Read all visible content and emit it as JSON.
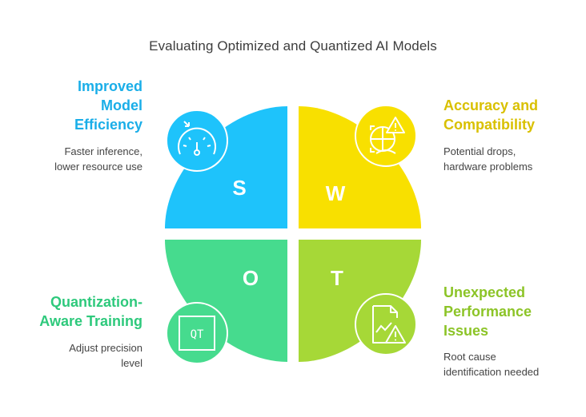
{
  "title": "Evaluating Optimized and Quantized AI Models",
  "colors": {
    "s": "#1ec3fb",
    "w": "#f8e000",
    "o": "#46db8e",
    "t": "#a6d837",
    "s_text": "#1aaee8",
    "w_text": "#d9c000",
    "o_text": "#2ec97c",
    "t_text": "#8cc427"
  },
  "quadrants": {
    "s": {
      "letter": "S",
      "heading": "Improved\nModel\nEfficiency",
      "description": "Faster inference,\nlower resource use",
      "icon": "speedometer-icon"
    },
    "w": {
      "letter": "W",
      "heading": "Accuracy and\nCompatibility",
      "description": "Potential drops,\nhardware problems",
      "icon": "warning-target-icon"
    },
    "o": {
      "letter": "O",
      "heading": "Quantization-\nAware Training",
      "description": "Adjust precision\nlevel",
      "icon": "qt-box-icon",
      "icon_text": "QT"
    },
    "t": {
      "letter": "T",
      "heading": "Unexpected\nPerformance\nIssues",
      "description": "Root cause\nidentification needed",
      "icon": "report-warning-icon"
    }
  }
}
